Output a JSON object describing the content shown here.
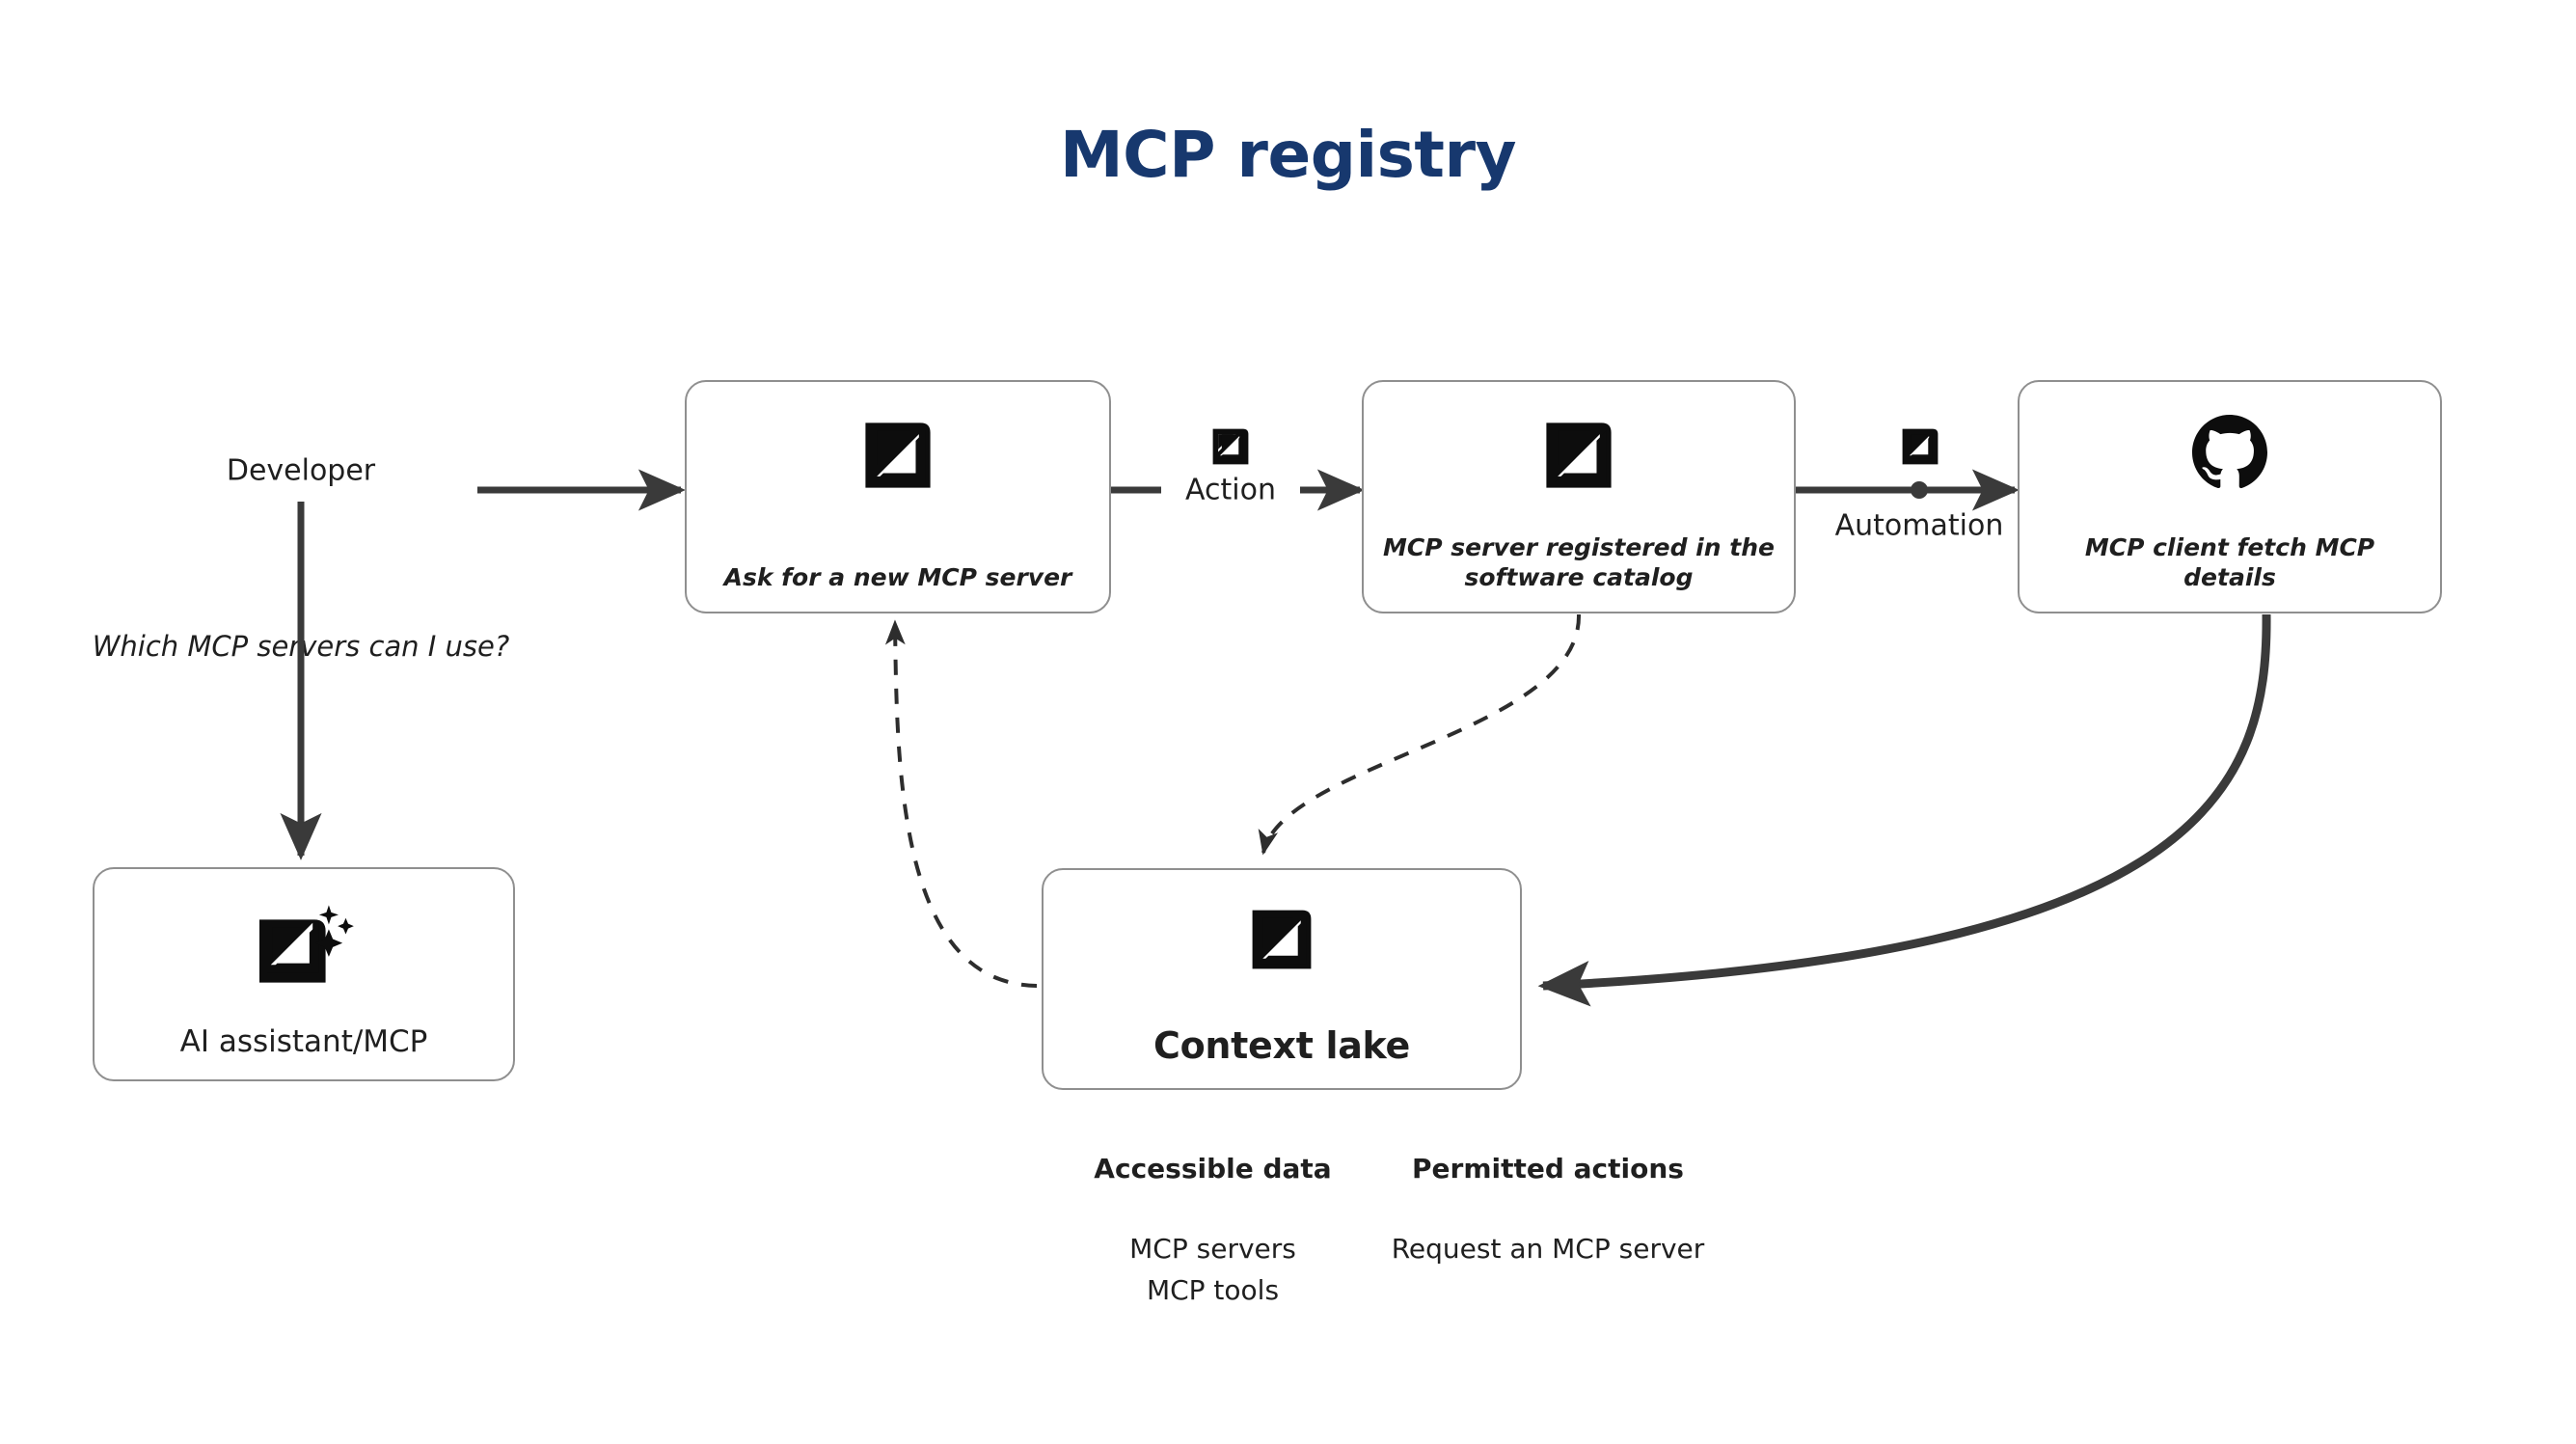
{
  "title": "MCP registry",
  "theme": {
    "title_color": "#17386e",
    "node_border_color": "#8f8f8f",
    "text_color": "#1f1f1f",
    "connector_color": "#3a3a3a",
    "background": "#ffffff"
  },
  "actors": {
    "developer_label": "Developer",
    "developer_question": "Which MCP servers can I use?"
  },
  "nodes": [
    {
      "id": "ai-assistant",
      "label": "AI assistant/MCP",
      "icon": "mcp-sparkle-icon",
      "label_style": "plain"
    },
    {
      "id": "ask-new-mcp-server",
      "label": "Ask for a new MCP server",
      "icon": "mcp-icon",
      "label_style": "bold-italic"
    },
    {
      "id": "mcp-server-registered",
      "label": "MCP server registered in the software catalog",
      "icon": "mcp-icon",
      "label_style": "bold-italic"
    },
    {
      "id": "mcp-client-fetch",
      "label": "MCP client fetch MCP details",
      "icon": "github-icon",
      "label_style": "bold-italic"
    },
    {
      "id": "context-lake",
      "label": "Context lake",
      "icon": "mcp-icon",
      "label_style": "big-bold"
    }
  ],
  "edges": [
    {
      "id": "developer-to-ask",
      "label": "",
      "style": "solid-arrow"
    },
    {
      "id": "developer-to-ai-assistant",
      "label": "",
      "style": "solid-arrow"
    },
    {
      "id": "ask-to-registered",
      "label": "Action",
      "icon": "mcp-icon",
      "style": "solid-arrow"
    },
    {
      "id": "registered-to-client",
      "label": "Automation",
      "icon": "mcp-icon",
      "style": "solid-arrow-dot"
    },
    {
      "id": "client-to-context-lake",
      "label": "",
      "style": "thick-curve-arrow"
    },
    {
      "id": "registered-to-context-lake",
      "label": "",
      "style": "dashed-curve-arrow"
    },
    {
      "id": "context-lake-to-ask",
      "label": "",
      "style": "dashed-curve-arrow"
    }
  ],
  "legend": {
    "accessible_data": {
      "title": "Accessible data",
      "items": [
        "MCP servers",
        "MCP tools"
      ]
    },
    "permitted_actions": {
      "title": "Permitted actions",
      "items": [
        "Request an MCP server"
      ]
    }
  }
}
